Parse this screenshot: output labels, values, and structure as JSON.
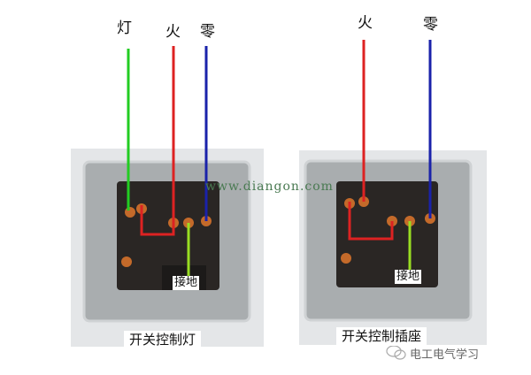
{
  "left_panel": {
    "wire_labels": {
      "lamp": "灯",
      "live": "火",
      "neutral": "零"
    },
    "ground_label": "接地",
    "caption": "开关控制灯"
  },
  "right_panel": {
    "wire_labels": {
      "live": "火",
      "neutral": "零"
    },
    "ground_label": "接地",
    "caption": "开关控制插座"
  },
  "url_watermark": "www.diangon.com",
  "source_watermark": "电工电气学习",
  "colors": {
    "lamp_wire": "#22cc22",
    "live_wire": "#dd2222",
    "neutral_wire": "#1a22aa",
    "ground_wire": "#99dd22"
  }
}
